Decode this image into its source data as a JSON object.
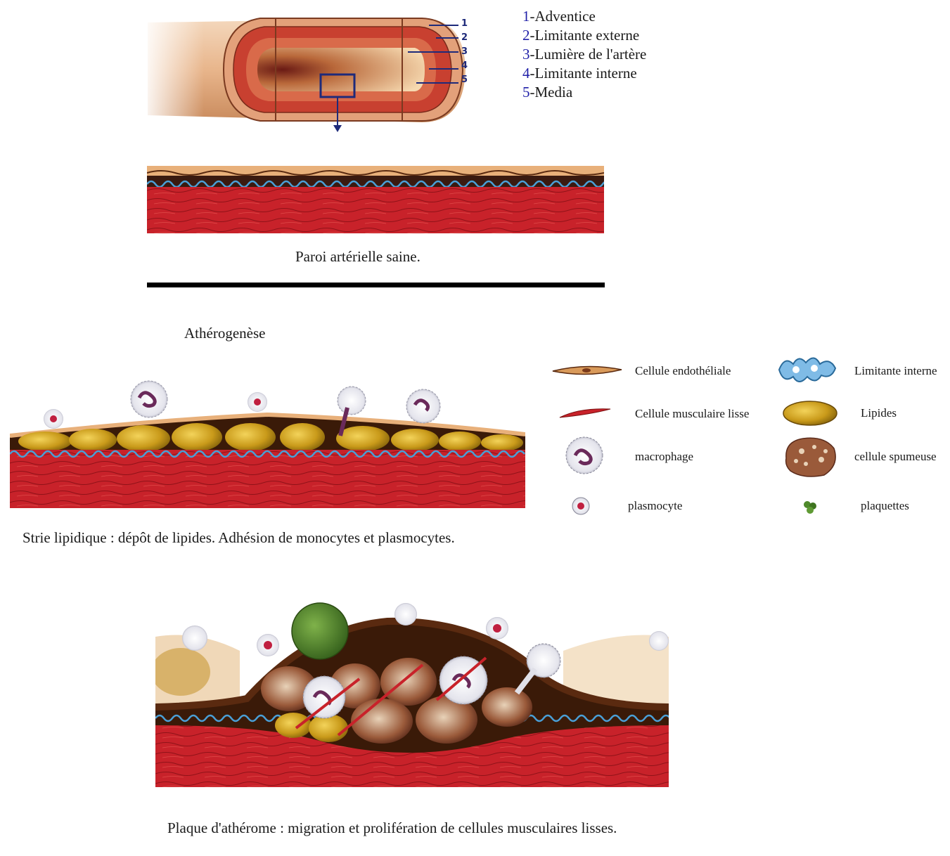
{
  "anatomy_legend": [
    {
      "num": "1",
      "label": "-Adventice"
    },
    {
      "num": "2",
      "label": "-Limitante externe"
    },
    {
      "num": "3",
      "label": "-Lumière de l'artère"
    },
    {
      "num": "4",
      "label": "-Limitante interne"
    },
    {
      "num": "5",
      "label": "-Media"
    }
  ],
  "callout_numbers": [
    "1",
    "2",
    "3",
    "4",
    "5"
  ],
  "healthy_caption": "Paroi artérielle saine.",
  "section_title": "Athérogenèse",
  "fatty_streak_caption": "Strie lipidique : dépôt de lipides. Adhésion de monocytes et plasmocytes.",
  "plaque_caption": "Plaque d'athérome : migration et prolifération de cellules musculaires lisses.",
  "cell_legend": {
    "endothelial": "Cellule endothéliale",
    "internal_limiting": "Limitante interne",
    "smooth_muscle": "Cellule musculaire lisse",
    "lipids": "Lipides",
    "macrophage": "macrophage",
    "foam_cell": "cellule spumeuse",
    "plasmocyte": "plasmocyte",
    "platelets": "plaquettes"
  },
  "colors": {
    "media_red": "#c8222a",
    "adventice_tan": "#e9b98e",
    "lipid_gold": "#c99a1a",
    "limitante_blue": "#4a9fd6",
    "platelet_green": "#4f8a2b",
    "legend_number_blue": "#1f1fa8"
  }
}
